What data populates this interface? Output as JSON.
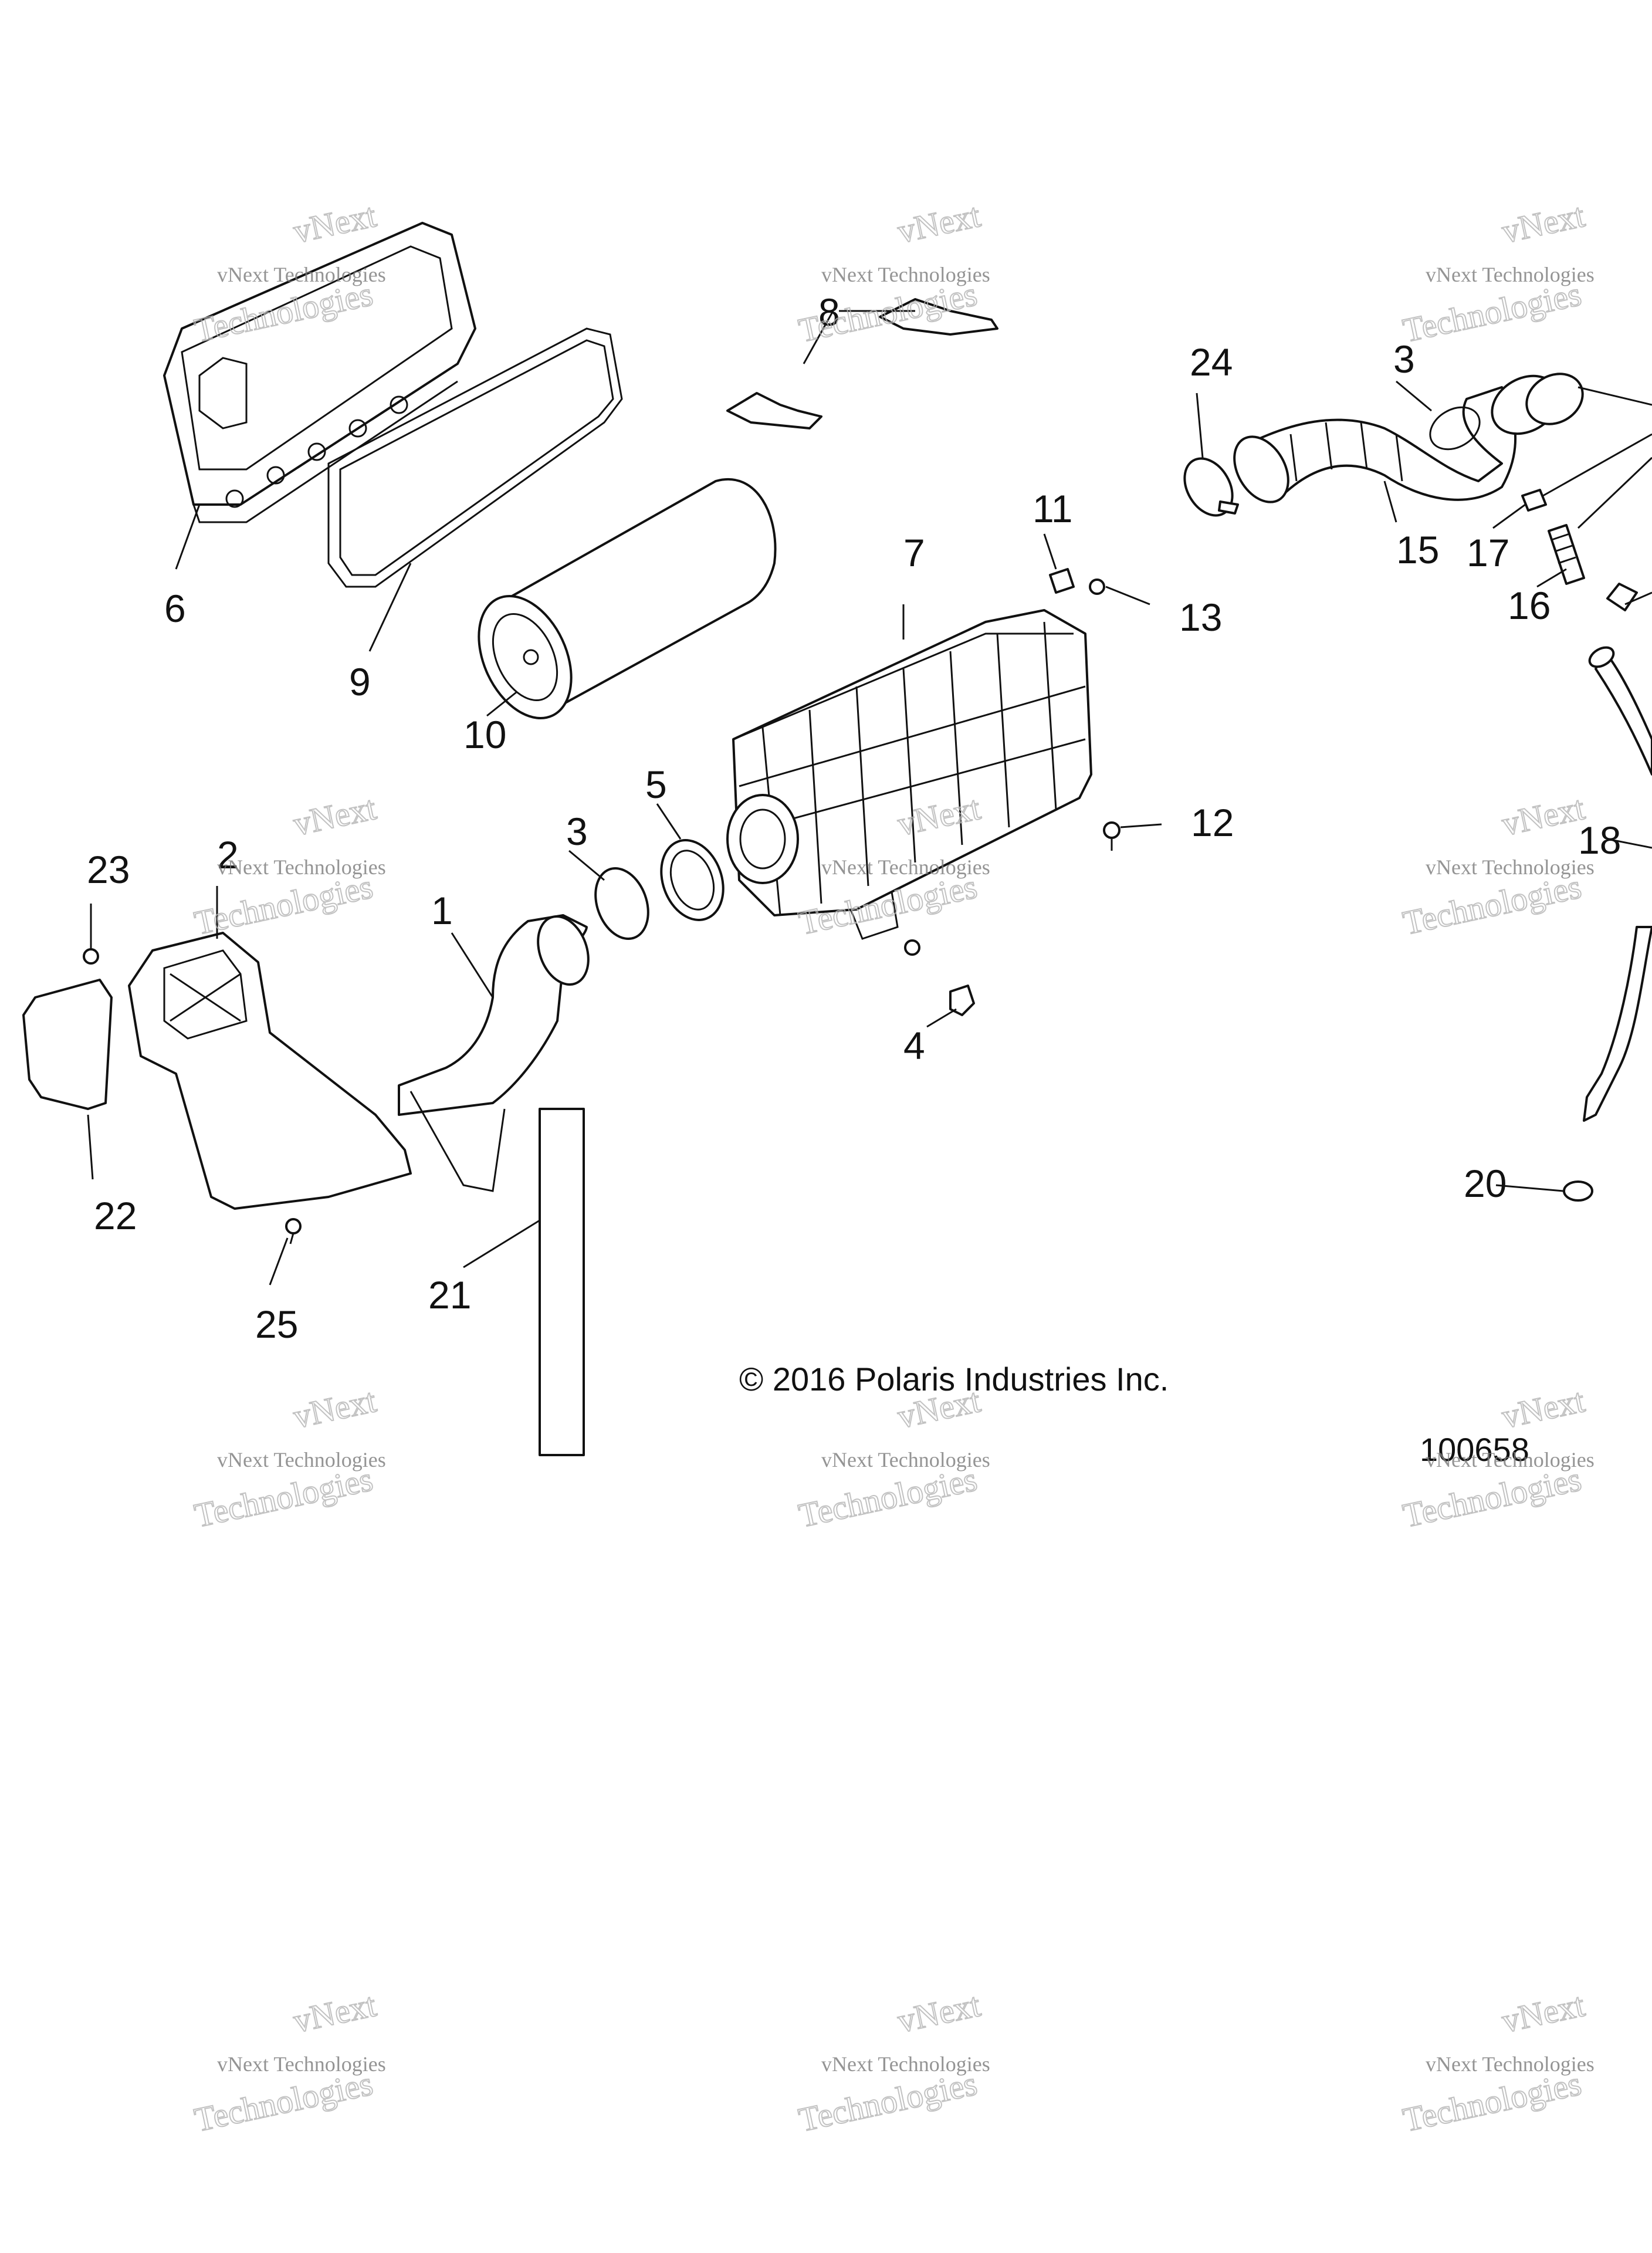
{
  "diagram": {
    "callouts": [
      "6",
      "9",
      "8",
      "10",
      "11",
      "13",
      "7",
      "24",
      "3",
      "15",
      "17",
      "16",
      "23",
      "2",
      "1",
      "3",
      "5",
      "12",
      "22",
      "4",
      "21",
      "25",
      "18",
      "20"
    ],
    "copyright": "© 2016 Polaris Industries Inc.",
    "figure_number": "100658",
    "watermark": {
      "line1": "vNext",
      "line2": "vNext Technologies",
      "line3": "Technologies"
    }
  }
}
